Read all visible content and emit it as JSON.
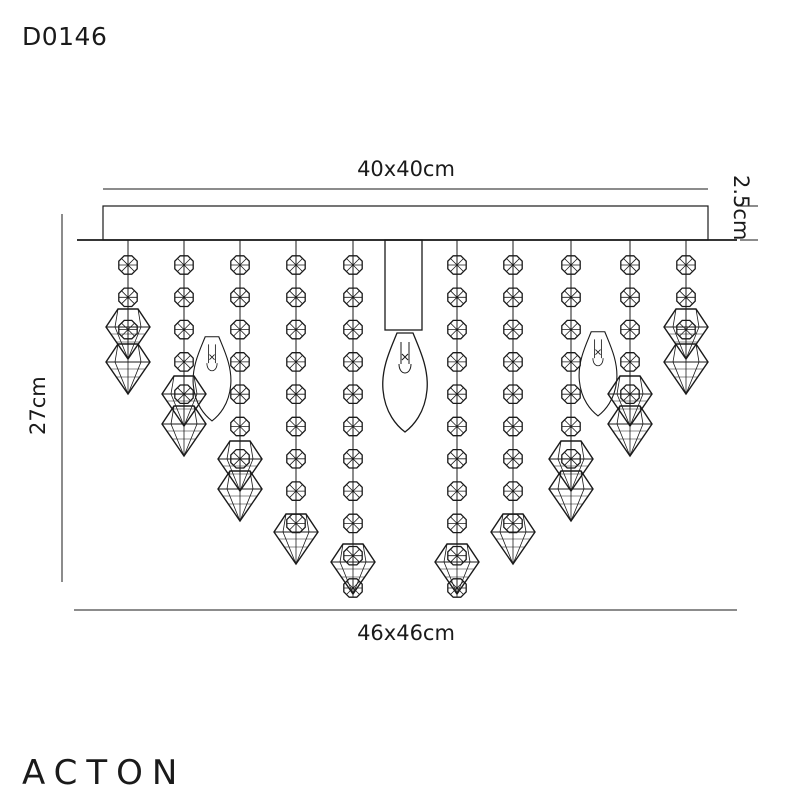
{
  "product_code": "D0146",
  "product_name": "ACTON",
  "dimensions": {
    "canopy_width": "40x40cm",
    "overall_width": "46x46cm",
    "height": "27cm",
    "canopy_thickness": "2.5cm"
  },
  "icons": [
    "drop-crystal-icon",
    "octagon-bead-icon",
    "candle-bulb-icon"
  ],
  "colors": {
    "line": "#1a1a1a",
    "background": "#ffffff"
  }
}
